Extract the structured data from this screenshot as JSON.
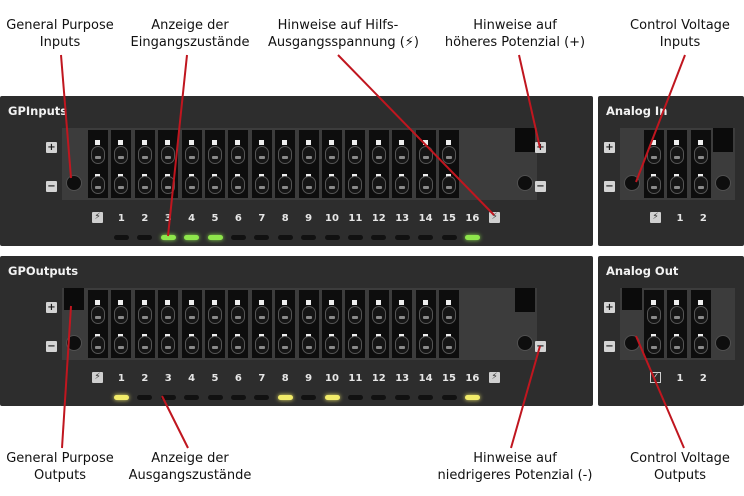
{
  "colors": {
    "line": "#c0161f",
    "led_off": "#111111",
    "led_green": "#8ee64b",
    "led_yellow": "#f2ec69",
    "panel": "#2d2d2d"
  },
  "callouts": {
    "gp_inputs": [
      "General Purpose",
      "Inputs"
    ],
    "in_states": [
      "Anzeige der",
      "Eingangszustände"
    ],
    "aux_voltage": [
      "Hinweise auf Hilfs-",
      "Ausgangsspannung (⚡)"
    ],
    "higher_pot": [
      "Hinweise auf",
      "höheres Potenzial (+)"
    ],
    "cv_inputs": [
      "Control Voltage",
      "Inputs"
    ],
    "gp_outputs": [
      "General Purpose",
      "Outputs"
    ],
    "out_states": [
      "Anzeige der",
      "Ausgangszustände"
    ],
    "lower_pot": [
      "Hinweise auf",
      "niedrigeres Potenzial (-)"
    ],
    "cv_outputs": [
      "Control Voltage",
      "Outputs"
    ]
  },
  "panels": {
    "gpinputs": {
      "title": "GPInputs",
      "channels": [
        "1",
        "2",
        "3",
        "4",
        "5",
        "6",
        "7",
        "8",
        "9",
        "10",
        "11",
        "12",
        "13",
        "14",
        "15",
        "16"
      ],
      "leds": [
        "off",
        "off",
        "green",
        "green",
        "green",
        "off",
        "off",
        "off",
        "off",
        "off",
        "off",
        "off",
        "off",
        "off",
        "off",
        "green"
      ]
    },
    "gpoutputs": {
      "title": "GPOutputs",
      "channels": [
        "1",
        "2",
        "3",
        "4",
        "5",
        "6",
        "7",
        "8",
        "9",
        "10",
        "11",
        "12",
        "13",
        "14",
        "15",
        "16"
      ],
      "leds": [
        "yellow",
        "off",
        "off",
        "off",
        "off",
        "off",
        "off",
        "yellow",
        "off",
        "yellow",
        "off",
        "off",
        "off",
        "off",
        "off",
        "yellow"
      ]
    },
    "analog_in": {
      "title": "Analog In",
      "channels": [
        "1",
        "2"
      ]
    },
    "analog_out": {
      "title": "Analog Out",
      "channels": [
        "1",
        "2"
      ]
    }
  },
  "symbols": {
    "plus": "+",
    "minus": "−",
    "bolt": "⚡",
    "check": "✓"
  }
}
